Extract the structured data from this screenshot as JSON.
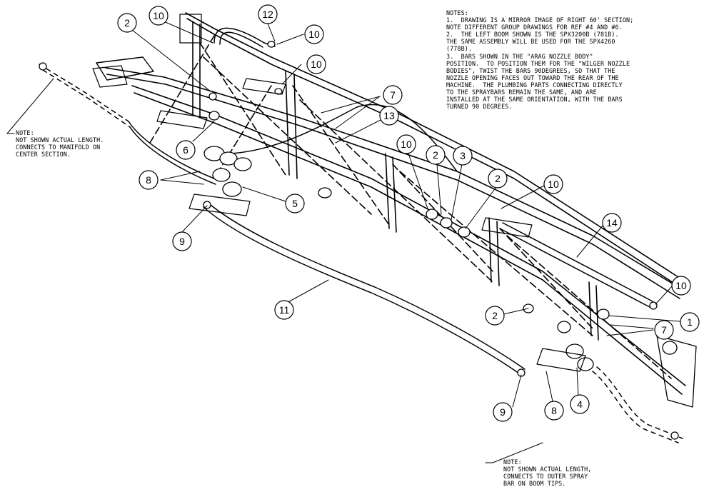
{
  "notes": {
    "heading": "NOTES:",
    "lines": [
      "1.  DRAWING IS A MIRROR IMAGE OF RIGHT 60' SECTION;",
      "NOTE DIFFERENT GROUP DRAWINGS FOR REF #4 AND #6.",
      "2.  THE LEFT BOOM SHOWN IS THE SPX3200B (781B).",
      "THE SAME ASSEMBLY WILL BE USED FOR THE SPX4260",
      "(778B).",
      "3.  BARS SHOWN IN THE \"ARAG NOZZLE BODY\"",
      "POSITION.  TO POSITION THEM FOR THE \"WILGER NOZZLE",
      "BODIES\", TWIST THE BARS 90DEGREES, SO THAT THE",
      "NOZZLE OPENING FACES OUT TOWARD THE REAR OF THE",
      "MACHINE.  THE PLUMBING PARTS CONNECTING DIRECTLY",
      "TO THE SPRAYBARS REMAIN THE SAME, AND ARE",
      "INSTALLED AT THE SAME ORIENTATION, WITH THE BARS",
      "TURNED 90 DEGREES."
    ]
  },
  "note_left": {
    "lines": [
      "NOTE:",
      "NOT SHOWN ACTUAL LENGTH.",
      "CONNECTS TO MANIFOLD ON",
      "CENTER SECTION."
    ]
  },
  "note_bottom": {
    "lines": [
      "NOTE:",
      "NOT SHOWN ACTUAL LENGTH,",
      "CONNECTS TO OUTER SPRAY",
      "BAR ON BOOM TIPS."
    ]
  },
  "callouts": [
    {
      "label": "12"
    },
    {
      "label": "10"
    },
    {
      "label": "2"
    },
    {
      "label": "10"
    },
    {
      "label": "10"
    },
    {
      "label": "7"
    },
    {
      "label": "13"
    },
    {
      "label": "6"
    },
    {
      "label": "8"
    },
    {
      "label": "5"
    },
    {
      "label": "9"
    },
    {
      "label": "10"
    },
    {
      "label": "2"
    },
    {
      "label": "3"
    },
    {
      "label": "2"
    },
    {
      "label": "10"
    },
    {
      "label": "14"
    },
    {
      "label": "11"
    },
    {
      "label": "10"
    },
    {
      "label": "1"
    },
    {
      "label": "2"
    },
    {
      "label": "7"
    },
    {
      "label": "9"
    },
    {
      "label": "8"
    },
    {
      "label": "4"
    }
  ]
}
